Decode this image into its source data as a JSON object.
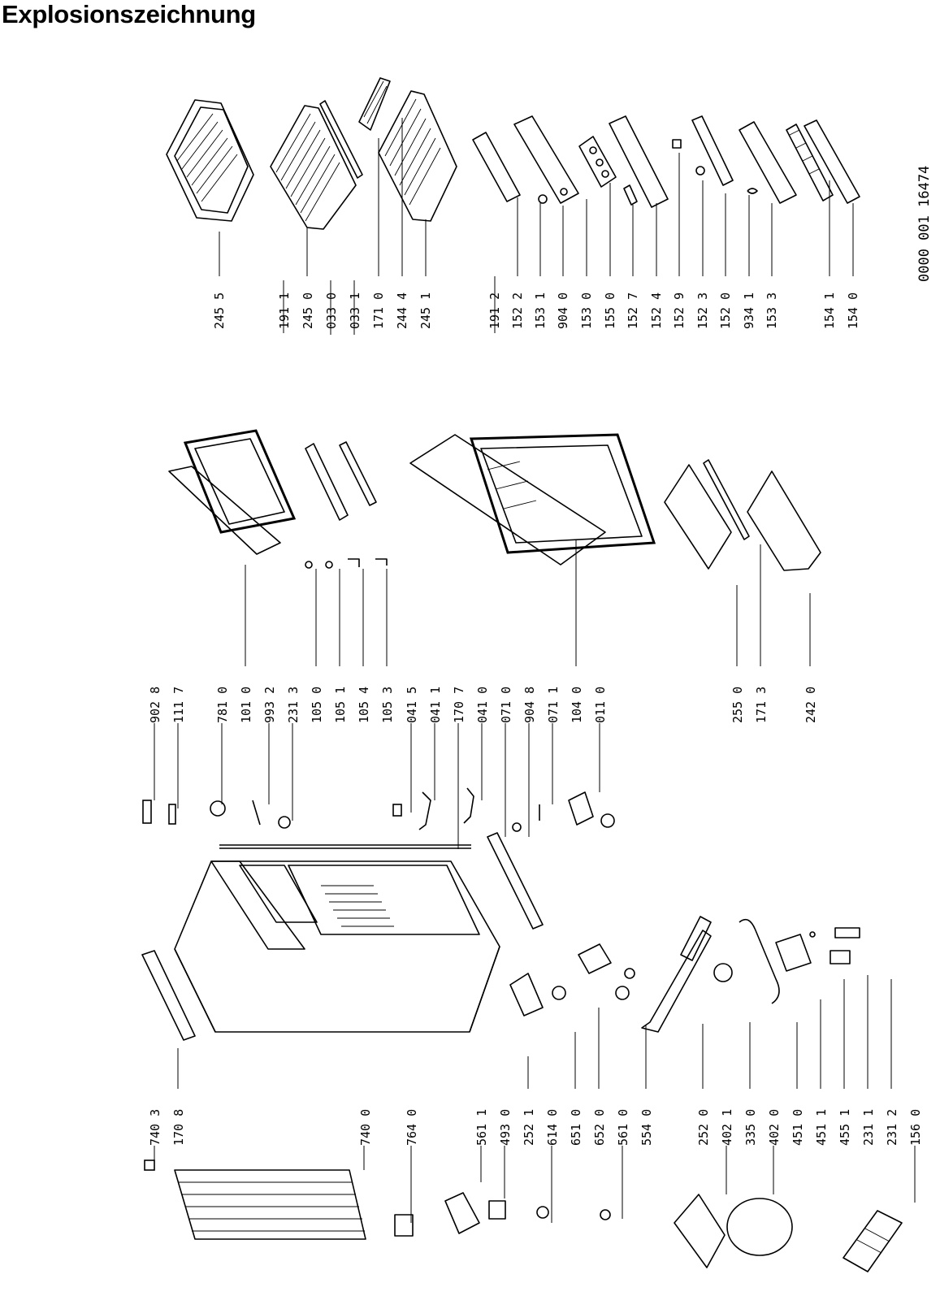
{
  "header": {
    "title": "Explosionszeichnung"
  },
  "document_number": "0000 001 16474",
  "label_groups": [
    {
      "labels": [
        "245 5"
      ]
    },
    {
      "labels": [
        "191 1",
        "245 0",
        "033 0",
        "033 1",
        "171 0",
        "244 4",
        "245 1"
      ]
    },
    {
      "labels": [
        "191 2",
        "152 2",
        "153 1",
        "904 0",
        "153 0",
        "155 0",
        "152 7",
        "152 4",
        "152 9",
        "152 3",
        "152 0",
        "934 1",
        "153 3",
        "154 1",
        "154 0"
      ]
    },
    {
      "labels": [
        "902 8",
        "111 7"
      ]
    },
    {
      "labels": [
        "781 0",
        "101 0",
        "993 2",
        "231 3",
        "105 0",
        "105 1",
        "105 4",
        "105 3"
      ]
    },
    {
      "labels": [
        "041 5",
        "041 1",
        "170 7",
        "041 0",
        "071 0",
        "904 8",
        "071 1",
        "104 0",
        "011 0"
      ]
    },
    {
      "labels": [
        "255 0",
        "171 3"
      ]
    },
    {
      "labels": [
        "242 0"
      ]
    },
    {
      "labels": [
        "740 3",
        "170 8"
      ]
    },
    {
      "labels": [
        "740 0"
      ]
    },
    {
      "labels": [
        "764 0"
      ]
    },
    {
      "labels": [
        "561 1",
        "493 0",
        "252 1",
        "614 0",
        "651 0",
        "652 0",
        "561 0",
        "554 0"
      ]
    },
    {
      "labels": [
        "252 0",
        "402 1",
        "335 0",
        "402 0",
        "451 0",
        "451 1",
        "455 1",
        "231 1",
        "231 2",
        "156 0"
      ]
    }
  ]
}
